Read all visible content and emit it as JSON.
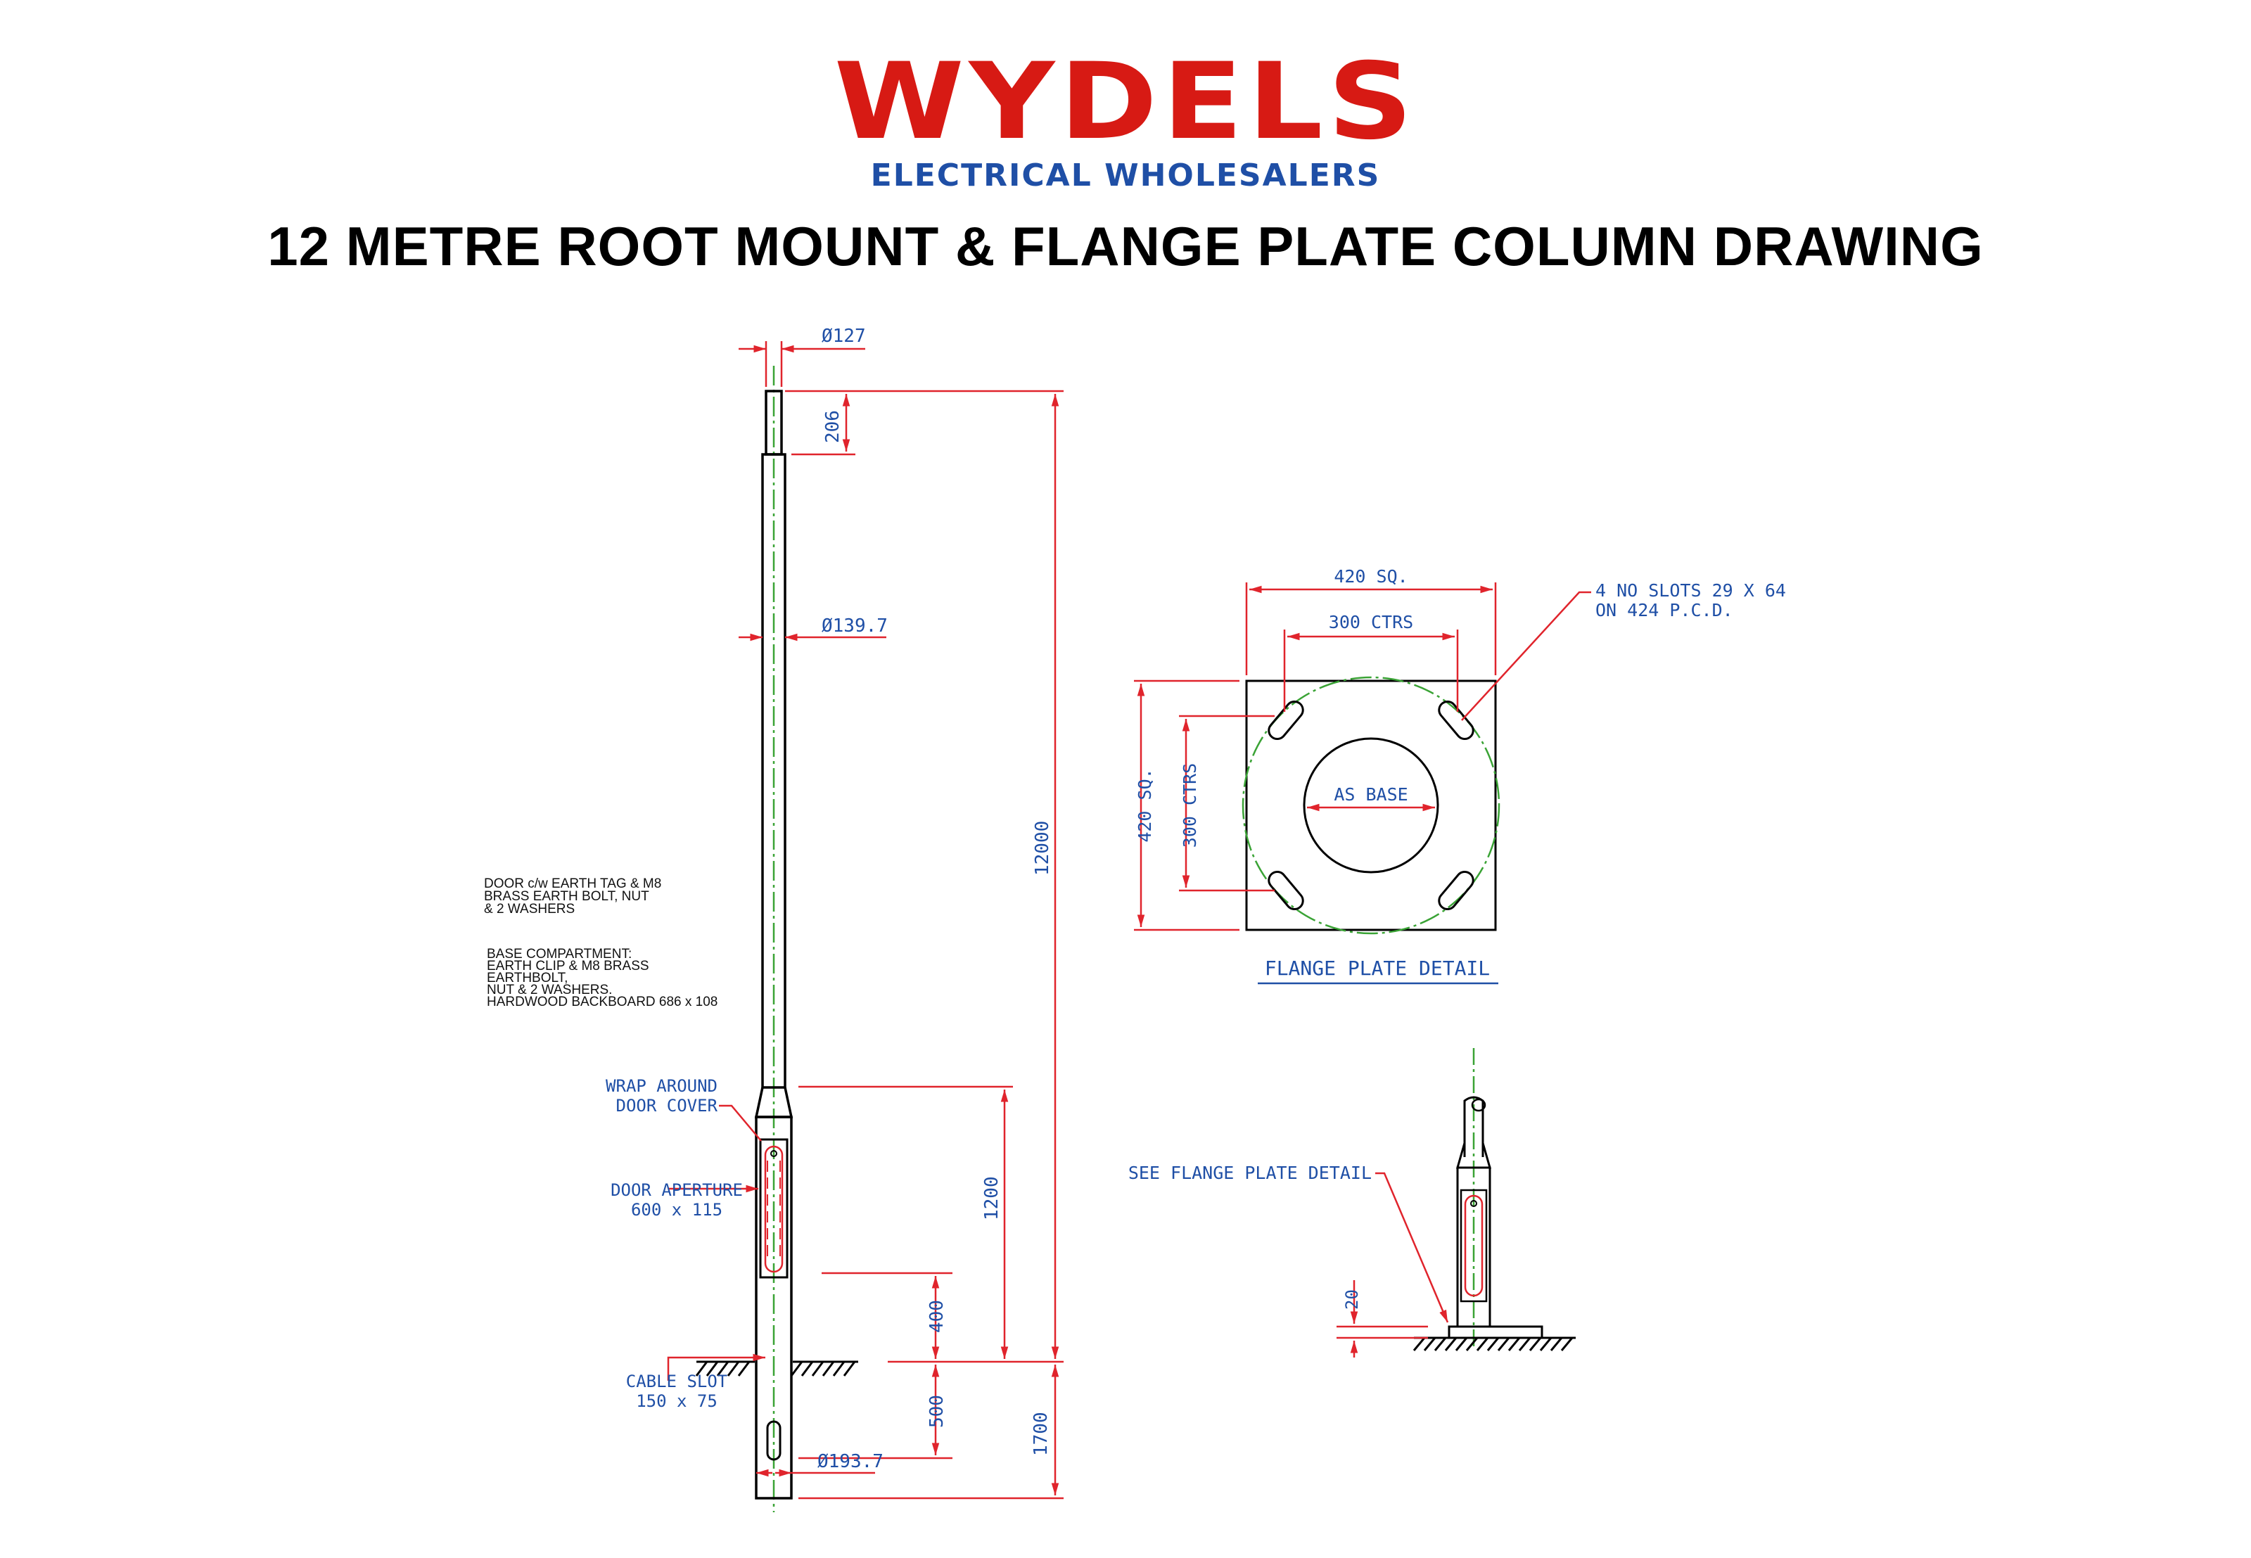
{
  "header": {
    "brand": "WYDELS",
    "tagline": "ELECTRICAL WHOLESALERS",
    "title": "12 METRE ROOT MOUNT & FLANGE PLATE COLUMN DRAWING"
  },
  "colors": {
    "brand_red": "#d71a14",
    "brand_blue": "#1f4fa6",
    "dimension_red": "#e0242c",
    "centerline_green": "#3aa335",
    "outline_black": "#000000"
  },
  "column_elevation": {
    "dimensions": {
      "top_diameter": "Ø127",
      "spigot_length": "206",
      "shaft_diameter": "Ø139.7",
      "overall_height": "12000",
      "base_section_height": "1200",
      "door_above_ground": "400",
      "slot_below_ground": "500",
      "planting_depth": "1700",
      "base_diameter": "Ø193.7"
    },
    "labels": {
      "door_cover_line1": "WRAP AROUND",
      "door_cover_line2": "DOOR COVER",
      "door_aperture_line1": "DOOR APERTURE",
      "door_aperture_line2": "600 x 115",
      "cable_slot_line1": "CABLE SLOT",
      "cable_slot_line2": "150 x 75"
    },
    "notes": {
      "door": [
        "DOOR c/w EARTH TAG & M8",
        "BRASS EARTH BOLT, NUT",
        "& 2 WASHERS"
      ],
      "base_compartment": [
        "BASE COMPARTMENT:",
        "EARTH CLIP & M8 BRASS",
        "EARTHBOLT,",
        "NUT & 2 WASHERS.",
        "HARDWOOD BACKBOARD 686 x 108"
      ]
    }
  },
  "flange_plate_detail": {
    "title": "FLANGE PLATE DETAIL",
    "width_label": "420 SQ.",
    "width_centers_label": "300 CTRS",
    "height_label": "420 SQ.",
    "height_centers_label": "300 CTRS",
    "bore_label": "AS BASE",
    "slots_line1": "4 NO SLOTS 29 X 64",
    "slots_line2": "ON 424 P.C.D."
  },
  "flange_elevation": {
    "callout": "SEE FLANGE PLATE DETAIL",
    "plate_thickness": "20"
  }
}
